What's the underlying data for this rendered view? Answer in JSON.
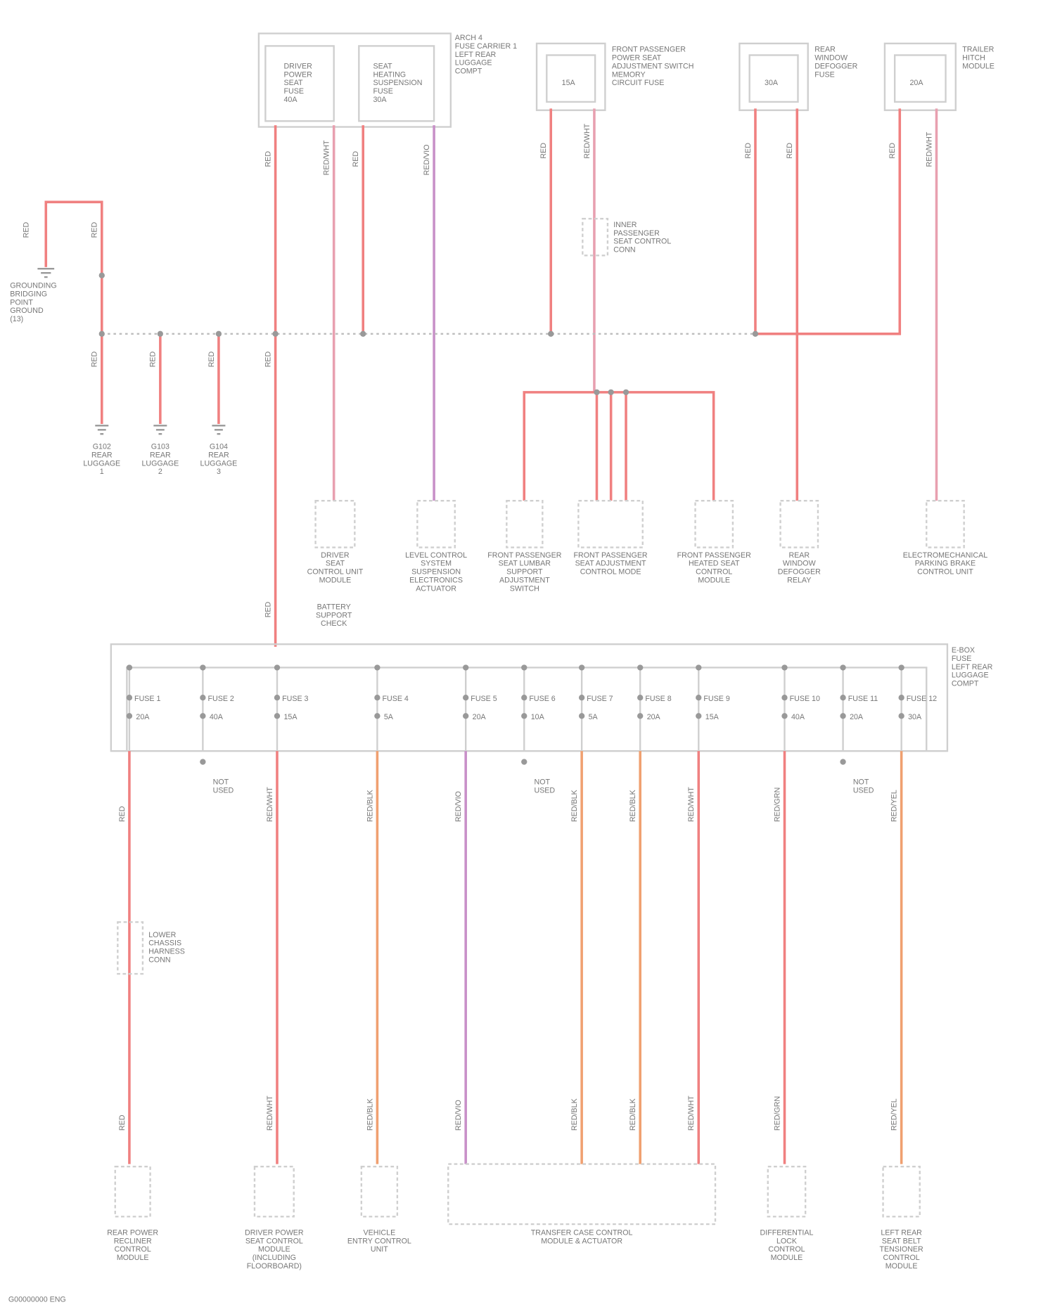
{
  "colors": {
    "wire_red": "#f08080",
    "wire_pink": "#e8a0b0",
    "wire_purple": "#c890c8",
    "wire_orange": "#f0a070",
    "outline": "#cfcfcf",
    "bus": "#bdbdbd"
  },
  "top_carrier": {
    "label": [
      "ARCH 4",
      "FUSE CARRIER 1",
      "",
      "LEFT REAR",
      "LUGGAGE",
      "COMPT"
    ],
    "fuse_a": [
      "DRIVER",
      "POWER",
      "SEAT",
      "FUSE",
      "40A"
    ],
    "fuse_b": [
      "SEAT",
      "HEATING",
      "SUSPENSION",
      "FUSE",
      "30A"
    ]
  },
  "relays": [
    {
      "rating": "15A",
      "label": [
        "FRONT PASSENGER",
        "POWER SEAT",
        "ADJUSTMENT SWITCH",
        "MEMORY",
        "CIRCUIT FUSE"
      ]
    },
    {
      "rating": "30A",
      "label": [
        "REAR",
        "WINDOW",
        "DEFOGGER",
        "FUSE"
      ]
    },
    {
      "rating": "20A",
      "label": [
        "TRAILER",
        "HITCH",
        "MODULE"
      ]
    }
  ],
  "inline_connector": [
    "INNER",
    "PASSENGER",
    "SEAT CONTROL",
    "CONN"
  ],
  "ground_left": [
    "GROUNDING",
    "BRIDGING",
    "POINT",
    "GROUND",
    "(13)"
  ],
  "grounds": [
    {
      "label": [
        "G102",
        "REAR",
        "LUGGAGE",
        "1"
      ]
    },
    {
      "label": [
        "G103",
        "REAR",
        "LUGGAGE",
        "2"
      ]
    },
    {
      "label": [
        "G104",
        "REAR",
        "LUGGAGE",
        "3"
      ]
    }
  ],
  "mid_components": [
    {
      "label": [
        "DRIVER",
        "SEAT",
        "CONTROL UNIT",
        "MODULE"
      ],
      "note": [
        "BATTERY",
        "SUPPORT",
        "CHECK"
      ]
    },
    {
      "label": [
        "LEVEL CONTROL",
        "SYSTEM",
        "SUSPENSION",
        "ELECTRONICS",
        "ACTUATOR"
      ]
    },
    {
      "label": [
        "FRONT PASSENGER",
        "SEAT LUMBAR",
        "SUPPORT",
        "ADJUSTMENT",
        "SWITCH"
      ]
    },
    {
      "label": [
        "FRONT PASSENGER",
        "SEAT ADJUSTMENT",
        "CONTROL MODE"
      ]
    },
    {
      "label": [
        "FRONT PASSENGER",
        "HEATED SEAT",
        "CONTROL",
        "MODULE"
      ]
    },
    {
      "label": [
        "REAR",
        "WINDOW",
        "DEFOGGER",
        "RELAY"
      ]
    },
    {
      "label": [
        "ELECTROMECHANICAL",
        "PARKING BRAKE",
        "CONTROL UNIT"
      ]
    }
  ],
  "fuse_panel": {
    "label": [
      "E-BOX",
      "FUSE",
      "LEFT REAR",
      "LUGGAGE",
      "COMPT"
    ],
    "fuses": [
      {
        "name": "FUSE 1",
        "rating": "20A"
      },
      {
        "name": "FUSE 2",
        "rating": "40A"
      },
      {
        "name": "FUSE 3",
        "rating": "15A"
      },
      {
        "name": "FUSE 4",
        "rating": "5A"
      },
      {
        "name": "FUSE 5",
        "rating": "20A"
      },
      {
        "name": "FUSE 6",
        "rating": "10A"
      },
      {
        "name": "FUSE 7",
        "rating": "5A"
      },
      {
        "name": "FUSE 8",
        "rating": "20A"
      },
      {
        "name": "FUSE 9",
        "rating": "15A"
      },
      {
        "name": "FUSE 10",
        "rating": "40A"
      },
      {
        "name": "FUSE 11",
        "rating": "20A"
      },
      {
        "name": "FUSE 12",
        "rating": "30A"
      }
    ],
    "not_used": [
      "NOT",
      "USED"
    ]
  },
  "inline_connector_lower": [
    "LOWER",
    "CHASSIS",
    "HARNESS",
    "CONN"
  ],
  "bottom_components": [
    {
      "label": [
        "REAR POWER",
        "RECLINER",
        "CONTROL",
        "MODULE"
      ]
    },
    {
      "label": [
        "DRIVER POWER",
        "SEAT CONTROL",
        "MODULE",
        "(INCLUDING",
        "FLOORBOARD)"
      ]
    },
    {
      "label": [
        "VEHICLE",
        "ENTRY CONTROL",
        "UNIT"
      ]
    },
    {
      "label": [
        "TRANSFER CASE CONTROL",
        "MODULE & ACTUATOR"
      ]
    },
    {
      "label": [
        "DIFFERENTIAL",
        "LOCK",
        "CONTROL",
        "MODULE"
      ]
    },
    {
      "label": [
        "LEFT REAR",
        "SEAT BELT",
        "TENSIONER",
        "CONTROL",
        "MODULE"
      ]
    }
  ],
  "wire_colors": [
    "RED",
    "RED/WHT",
    "RED/BLK",
    "RED/VIO",
    "RED/GRN",
    "RED/YEL"
  ],
  "footer": "G00000000 ENG"
}
